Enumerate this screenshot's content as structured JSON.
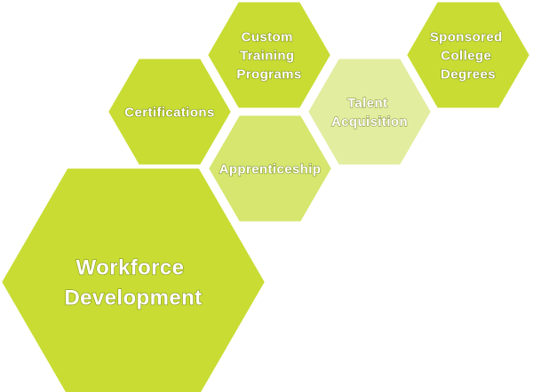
{
  "colors": {
    "primary": "#c8dc33",
    "light": "#e2eda0",
    "medium": "#d6e66e",
    "text": "#ffffff"
  },
  "hexagons": {
    "workforce_development": {
      "lines": [
        "Workforce",
        "Development"
      ],
      "color": "#c8dc33"
    },
    "certifications": {
      "lines": [
        "Certifications"
      ],
      "color": "#c8dc33"
    },
    "custom_training": {
      "lines": [
        "Custom",
        "Training",
        "Programs"
      ],
      "color": "#c8dc33"
    },
    "apprenticeship": {
      "lines": [
        "Apprenticeship"
      ],
      "color": "#d6e66e"
    },
    "talent_acquisition": {
      "lines": [
        "Talent",
        "Acquisition"
      ],
      "color": "#e2eda0"
    },
    "sponsored_degrees": {
      "lines": [
        "Sponsored",
        "College",
        "Degrees"
      ],
      "color": "#c8dc33"
    }
  }
}
